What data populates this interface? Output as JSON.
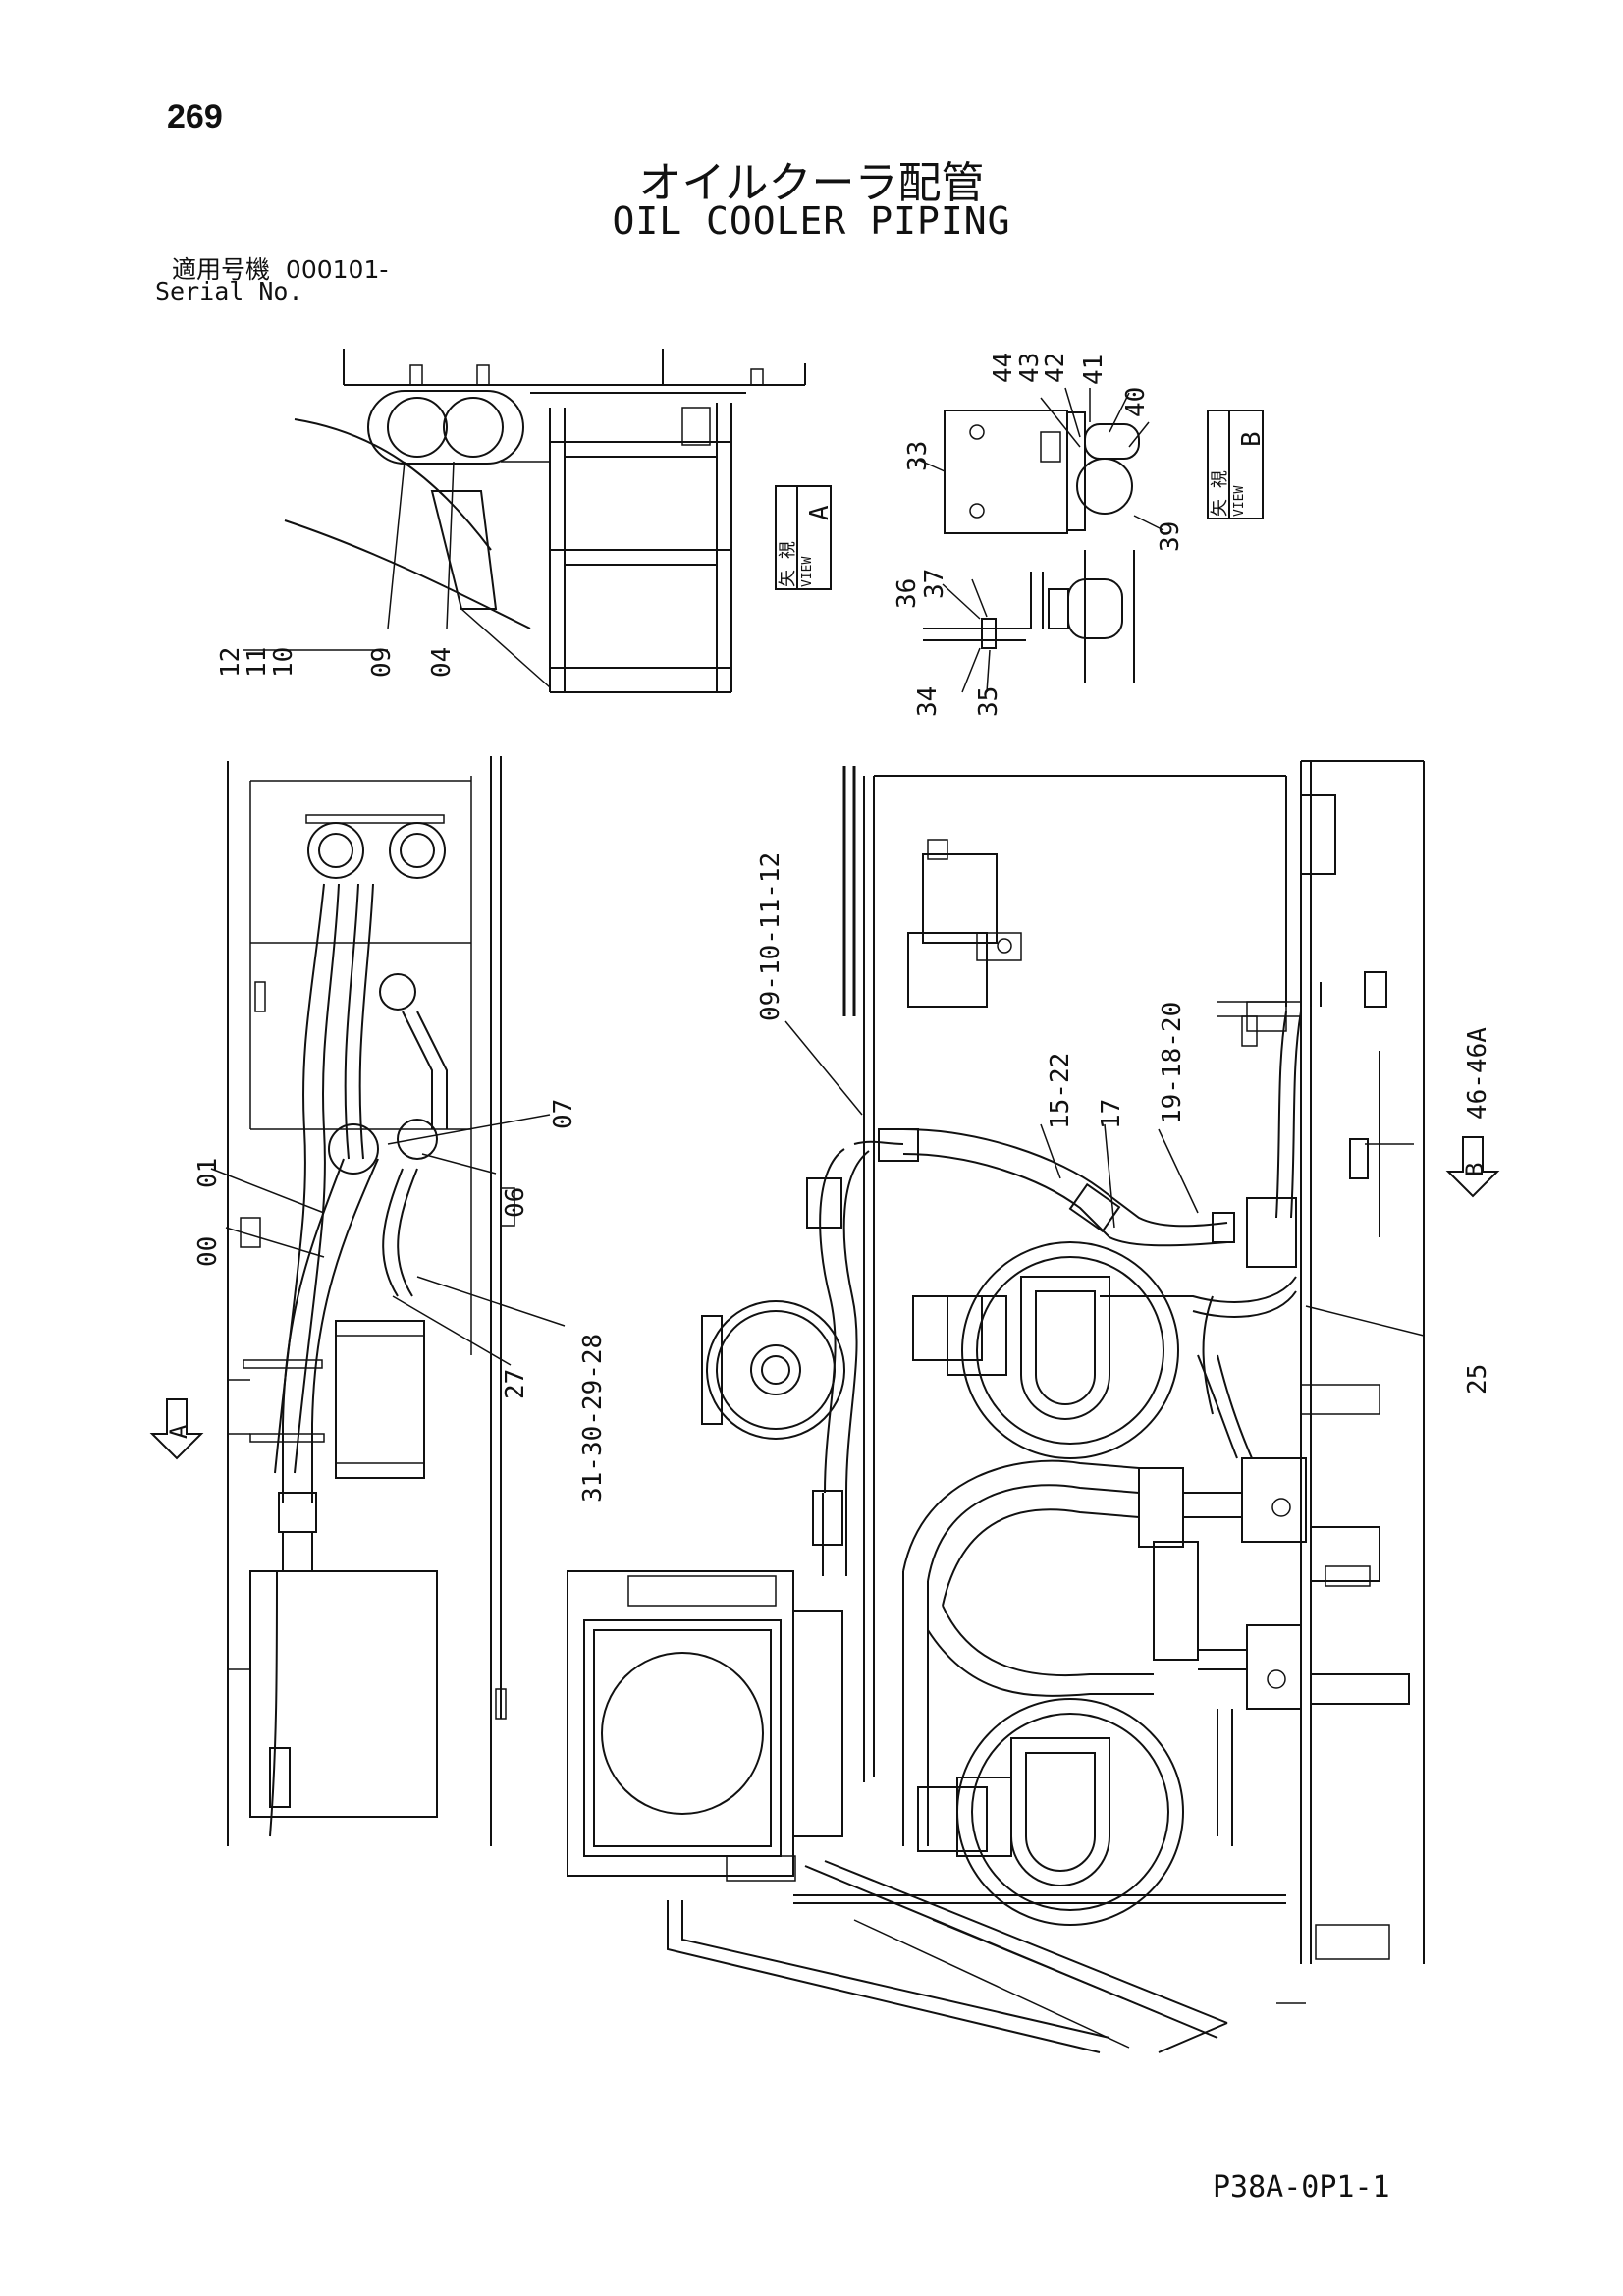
{
  "page_number": "269",
  "title_jp": "オイルクーラ配管",
  "title_en": "OIL COOLER PIPING",
  "serial": {
    "label_jp": "適用号機",
    "number": "000101-",
    "label_en": "Serial No."
  },
  "doc_code": "P38A-0P1-1",
  "views": {
    "a": {
      "label_jp": "矢 視",
      "label_en": "VIEW",
      "letter": "A"
    },
    "b": {
      "label_jp": "矢 視",
      "label_en": "VIEW",
      "letter": "B"
    }
  },
  "callouts": {
    "c12": "12",
    "c11": "11",
    "c10": "10",
    "c09": "09",
    "c04": "04",
    "c33": "33",
    "c44": "44",
    "c43": "43",
    "c42": "42",
    "c41": "41",
    "c40": "40",
    "c39": "39",
    "c36": "36",
    "c37": "37",
    "c34": "34",
    "c35": "35",
    "c00": "00",
    "c01": "01",
    "c07": "07",
    "c06": "06",
    "c27": "27",
    "c31_28": "31-30-29-28",
    "c09_12": "09-10-11-12",
    "c15_22": "15-22",
    "c17": "17",
    "c19_20": "19-18-20",
    "c46": "46-46A",
    "c25": "25"
  },
  "arrows": {
    "a": "A",
    "b": "B"
  }
}
